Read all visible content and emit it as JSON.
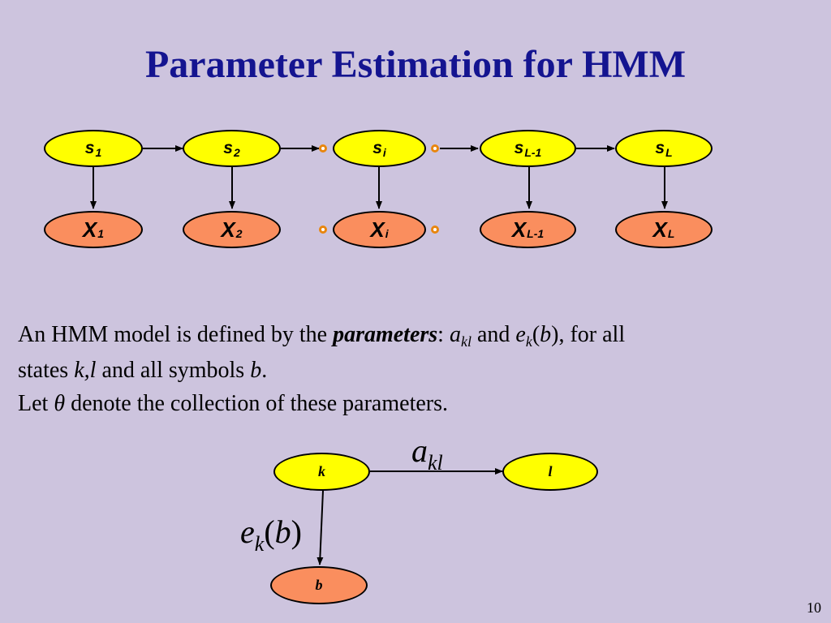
{
  "slide": {
    "title": "Parameter Estimation for HMM",
    "page_number": "10"
  },
  "chain": {
    "states": [
      {
        "base": "s",
        "sub": "1"
      },
      {
        "base": "s",
        "sub": "2"
      },
      {
        "base": "s",
        "sub": "i"
      },
      {
        "base": "s",
        "sub": "L-1"
      },
      {
        "base": "s",
        "sub": "L"
      }
    ],
    "emissions": [
      {
        "base": "X",
        "sub": "1"
      },
      {
        "base": "X",
        "sub": "2"
      },
      {
        "base": "X",
        "sub": "i"
      },
      {
        "base": "X",
        "sub": "L-1"
      },
      {
        "base": "X",
        "sub": "L"
      }
    ]
  },
  "text": {
    "line1_a": "An HMM model is defined by the ",
    "line1_kw": "parameters",
    "line1_b": ": ",
    "line1_akl_base": "a",
    "line1_akl_sub": "kl",
    "line1_c": "  and ",
    "line1_ek_base": "e",
    "line1_ek_sub": "k",
    "line1_d": "(",
    "line1_b_sym": "b",
    "line1_e": "), for all",
    "line2_a": "states ",
    "line2_kl": "k,l",
    "line2_b": " and all symbols ",
    "line2_sym": "b",
    "line2_c": ".",
    "line3_a": "Let ",
    "line3_theta": "θ",
    "line3_b": " denote the collection of these parameters."
  },
  "example": {
    "state_k": "k",
    "state_l": "l",
    "symbol_b": "b",
    "transition": {
      "base": "a",
      "sub": "kl"
    },
    "emission": {
      "base": "e",
      "sub": "k",
      "open": "(",
      "arg": "b",
      "close": ")"
    }
  },
  "colors": {
    "background": "#cdc4de",
    "title": "#141490",
    "state_fill": "#ffff00",
    "emission_fill": "#fa8e5e",
    "dot_border": "#e8860e"
  }
}
